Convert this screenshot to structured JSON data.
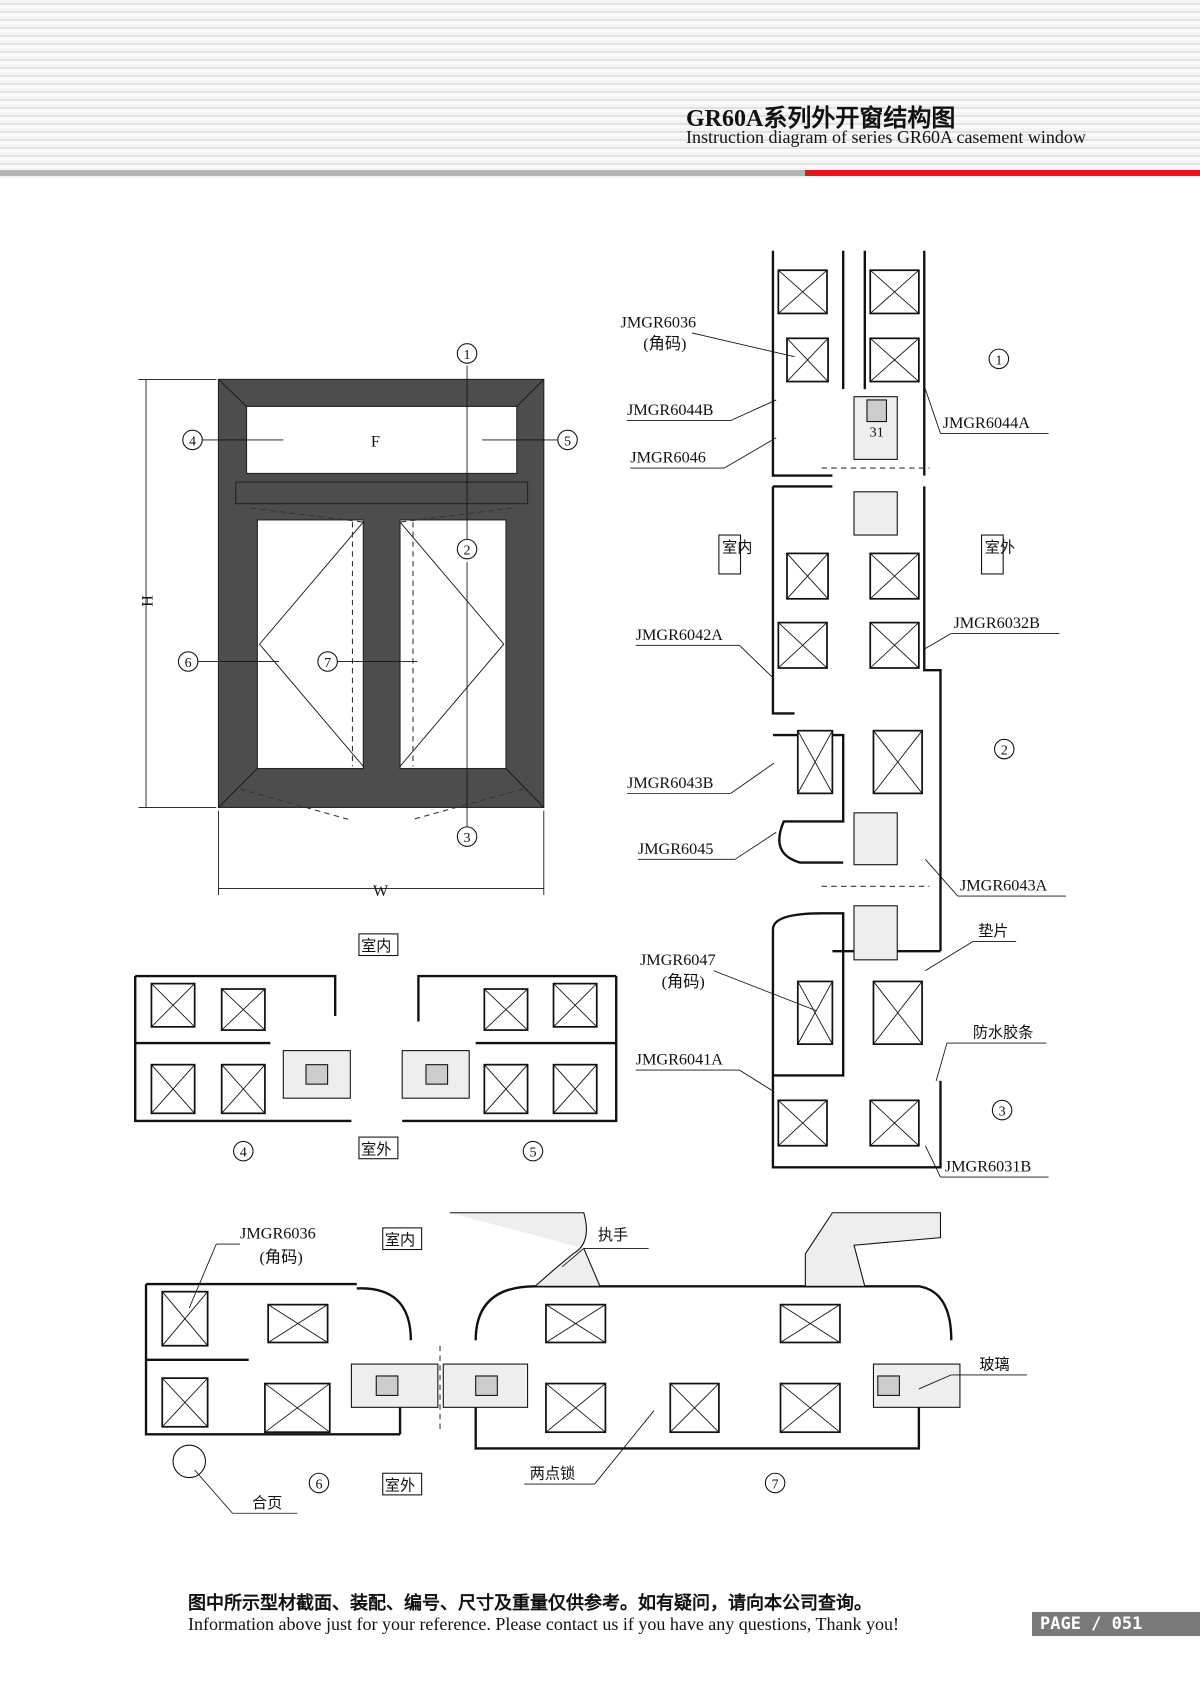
{
  "header": {
    "title": "GR60A系列外开窗结构图",
    "subtitle": "Instruction diagram of series GR60A casement window"
  },
  "elevation": {
    "transom_label": "F",
    "height_label": "H",
    "width_label": "W",
    "markers": [
      "1",
      "2",
      "3",
      "4",
      "5",
      "6",
      "7"
    ]
  },
  "vertical_section": {
    "indoor": "室内",
    "outdoor": "室外",
    "dimension": "31",
    "parts": {
      "p6036": "JMGR6036",
      "p6036_note": "(角码)",
      "p6044B": "JMGR6044B",
      "p6046": "JMGR6046",
      "p6044A": "JMGR6044A",
      "p6042A": "JMGR6042A",
      "p6032B": "JMGR6032B",
      "p6043B": "JMGR6043B",
      "p6045": "JMGR6045",
      "p6043A": "JMGR6043A",
      "shim": "垫片",
      "p6047": "JMGR6047",
      "p6047_note": "(角码)",
      "seal": "防水胶条",
      "p6041A": "JMGR6041A",
      "p6031B": "JMGR6031B"
    },
    "markers": [
      "1",
      "2",
      "3"
    ]
  },
  "section_45": {
    "indoor": "室内",
    "outdoor": "室外",
    "markers": [
      "4",
      "5"
    ]
  },
  "section_67": {
    "indoor": "室内",
    "outdoor": "室外",
    "p6036": "JMGR6036",
    "p6036_note": "(角码)",
    "handle": "执手",
    "glass": "玻璃",
    "lock": "两点锁",
    "hinge": "合页",
    "markers": [
      "6",
      "7"
    ]
  },
  "footer": {
    "note_cn": "图中所示型材截面、装配、编号、尺寸及重量仅供参考。如有疑问，请向本公司查询。",
    "note_en": "Information above just for your reference. Please contact us if you have any questions, Thank you!",
    "page": "PAGE  /  051"
  }
}
